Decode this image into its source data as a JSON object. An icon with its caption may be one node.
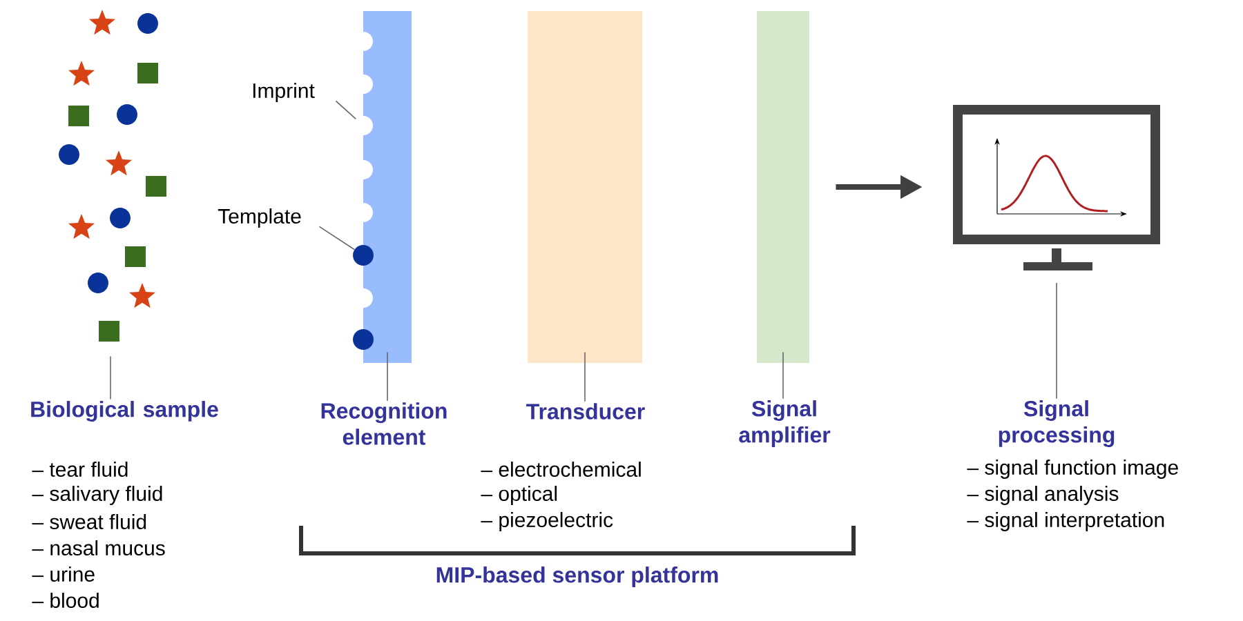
{
  "diagram": {
    "nodes": [
      {
        "text": [
          "Biological sample"
        ]
      },
      {
        "text": [],
        "shape": "picture"
      },
      {
        "text": [
          "Recognition element"
        ]
      },
      {
        "text": [],
        "shape": "bar"
      },
      {
        "text": [
          "Imprint"
        ]
      },
      {
        "text": [
          "Template"
        ]
      },
      {
        "text": [],
        "shape": "circle",
        "in": 3
      },
      {
        "text": [],
        "shape": "circle",
        "in": 3
      },
      {
        "text": [],
        "shape": "circle",
        "in": 3
      },
      {
        "text": [],
        "shape": "circle",
        "in": 3
      },
      {
        "text": [],
        "shape": "circle",
        "in": 3
      },
      {
        "text": [],
        "shape": "circle"
      },
      {
        "text": [],
        "shape": "circle",
        "in": 3
      },
      {
        "text": [],
        "shape": "circle"
      },
      {
        "text": [
          "Transducer"
        ]
      },
      {
        "text": [],
        "shape": "bar"
      },
      {
        "text": [
          "Signal amplifier"
        ]
      },
      {
        "text": [],
        "shape": "bar"
      },
      {
        "text": [
          "Signal processing"
        ]
      },
      {
        "text": [],
        "shape": "picture"
      }
    ],
    "edges": [
      {
        "from": 0,
        "to": 1,
        "arrow": "none"
      },
      {
        "from": 2,
        "to": 3,
        "arrow": "none"
      },
      {
        "from": 4,
        "to": 8,
        "arrow": "none"
      },
      {
        "from": 5,
        "to": 11,
        "arrow": "none"
      },
      {
        "from": 14,
        "to": 15,
        "arrow": "none"
      },
      {
        "from": 16,
        "to": 17,
        "arrow": "none"
      },
      {
        "from": 18,
        "to": 19,
        "arrow": "none"
      },
      {
        "from": 17,
        "to": 19,
        "arrow": "to",
        "style": "thick",
        "color": "#404040"
      }
    ],
    "labels": [
      "– tear fluid",
      "– salivary fluid",
      "– sweat fluid",
      "– nasal mucus",
      "– urine",
      "– blood",
      "– electrochemical",
      "– optical",
      "– piezoelectric",
      "– signal function image",
      "– signal analysis",
      "– signal interpretation",
      "MIP-based sensor platform"
    ]
  }
}
